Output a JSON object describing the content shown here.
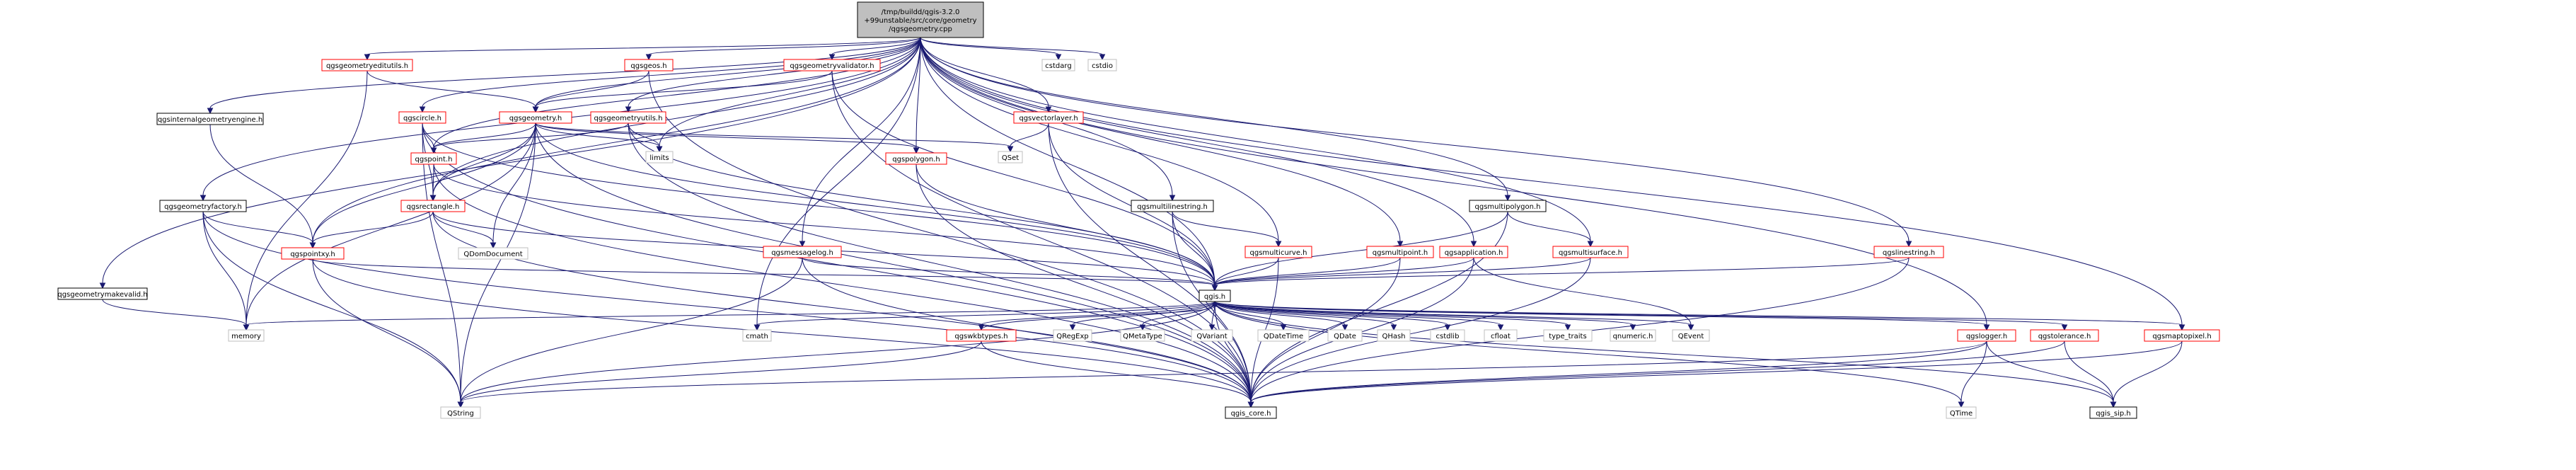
{
  "colors": {
    "root_fill": "#bfbfbf",
    "root_stroke": "#000000",
    "black_stroke": "#000000",
    "red_stroke": "#ff0000",
    "grey_stroke": "#bfbfbf",
    "edge": "#191970"
  },
  "nodes": [
    {
      "id": "root",
      "lines": [
        "/tmp/buildd/qgis-3.2.0",
        "+99unstable/src/core/geometry",
        "/qgsgeometry.cpp"
      ],
      "style": "root"
    },
    {
      "id": "geometryeditutils",
      "lines": [
        "qgsgeometryeditutils.h"
      ],
      "style": "red"
    },
    {
      "id": "geos",
      "lines": [
        "qgsgeos.h"
      ],
      "style": "red"
    },
    {
      "id": "geometryvalidator",
      "lines": [
        "qgsgeometryvalidator.h"
      ],
      "style": "red"
    },
    {
      "id": "cstdarg",
      "lines": [
        "cstdarg"
      ],
      "style": "grey"
    },
    {
      "id": "cstdio",
      "lines": [
        "cstdio"
      ],
      "style": "grey"
    },
    {
      "id": "internalgeometryengine",
      "lines": [
        "qgsinternalgeometryengine.h"
      ],
      "style": "black"
    },
    {
      "id": "circle",
      "lines": [
        "qgscircle.h"
      ],
      "style": "red"
    },
    {
      "id": "geometry",
      "lines": [
        "qgsgeometry.h"
      ],
      "style": "red"
    },
    {
      "id": "geometryutils",
      "lines": [
        "qgsgeometryutils.h"
      ],
      "style": "red"
    },
    {
      "id": "vectorlayer",
      "lines": [
        "qgsvectorlayer.h"
      ],
      "style": "red"
    },
    {
      "id": "limits",
      "lines": [
        "limits"
      ],
      "style": "grey"
    },
    {
      "id": "qset",
      "lines": [
        "QSet"
      ],
      "style": "grey"
    },
    {
      "id": "point",
      "lines": [
        "qgspoint.h"
      ],
      "style": "red"
    },
    {
      "id": "polygon",
      "lines": [
        "qgspolygon.h"
      ],
      "style": "red"
    },
    {
      "id": "geometryfactory",
      "lines": [
        "qgsgeometryfactory.h"
      ],
      "style": "black"
    },
    {
      "id": "rectangle",
      "lines": [
        "qgsrectangle.h"
      ],
      "style": "red"
    },
    {
      "id": "multilinestring",
      "lines": [
        "qgsmultilinestring.h"
      ],
      "style": "black"
    },
    {
      "id": "multipolygon",
      "lines": [
        "qgsmultipolygon.h"
      ],
      "style": "black"
    },
    {
      "id": "pointxy",
      "lines": [
        "qgspointxy.h"
      ],
      "style": "red"
    },
    {
      "id": "qdomdocument",
      "lines": [
        "QDomDocument"
      ],
      "style": "grey"
    },
    {
      "id": "messagelog",
      "lines": [
        "qgsmessagelog.h"
      ],
      "style": "red"
    },
    {
      "id": "multicurve",
      "lines": [
        "qgsmulticurve.h"
      ],
      "style": "red"
    },
    {
      "id": "multipoint",
      "lines": [
        "qgsmultipoint.h"
      ],
      "style": "red"
    },
    {
      "id": "application",
      "lines": [
        "qgsapplication.h"
      ],
      "style": "red"
    },
    {
      "id": "multisurface",
      "lines": [
        "qgsmultisurface.h"
      ],
      "style": "red"
    },
    {
      "id": "linestring",
      "lines": [
        "qgslinestring.h"
      ],
      "style": "red"
    },
    {
      "id": "geometrymakevalid",
      "lines": [
        "qgsgeometrymakevalid.h"
      ],
      "style": "black"
    },
    {
      "id": "qgis",
      "lines": [
        "qgis.h"
      ],
      "style": "black"
    },
    {
      "id": "memory",
      "lines": [
        "memory"
      ],
      "style": "grey"
    },
    {
      "id": "cmath",
      "lines": [
        "cmath"
      ],
      "style": "grey"
    },
    {
      "id": "wkbtypes",
      "lines": [
        "qgswkbtypes.h"
      ],
      "style": "red"
    },
    {
      "id": "qregexp",
      "lines": [
        "QRegExp"
      ],
      "style": "grey"
    },
    {
      "id": "qmetatype",
      "lines": [
        "QMetaType"
      ],
      "style": "grey"
    },
    {
      "id": "qvariant",
      "lines": [
        "QVariant"
      ],
      "style": "grey"
    },
    {
      "id": "qdatetime",
      "lines": [
        "QDateTime"
      ],
      "style": "grey"
    },
    {
      "id": "qdate",
      "lines": [
        "QDate"
      ],
      "style": "grey"
    },
    {
      "id": "qhash",
      "lines": [
        "QHash"
      ],
      "style": "grey"
    },
    {
      "id": "cstdlib",
      "lines": [
        "cstdlib"
      ],
      "style": "grey"
    },
    {
      "id": "cfloat",
      "lines": [
        "cfloat"
      ],
      "style": "grey"
    },
    {
      "id": "type_traits",
      "lines": [
        "type_traits"
      ],
      "style": "grey"
    },
    {
      "id": "qnumeric",
      "lines": [
        "qnumeric.h"
      ],
      "style": "grey"
    },
    {
      "id": "qevent",
      "lines": [
        "QEvent"
      ],
      "style": "grey"
    },
    {
      "id": "logger",
      "lines": [
        "qgslogger.h"
      ],
      "style": "red"
    },
    {
      "id": "tolerance",
      "lines": [
        "qgstolerance.h"
      ],
      "style": "red"
    },
    {
      "id": "maptopixel",
      "lines": [
        "qgsmaptopixel.h"
      ],
      "style": "red"
    },
    {
      "id": "qstring",
      "lines": [
        "QString"
      ],
      "style": "grey"
    },
    {
      "id": "core",
      "lines": [
        "qgis_core.h"
      ],
      "style": "black"
    },
    {
      "id": "qtime",
      "lines": [
        "QTime"
      ],
      "style": "grey"
    },
    {
      "id": "sip",
      "lines": [
        "qgis_sip.h"
      ],
      "style": "black"
    }
  ],
  "edges": [
    [
      "root",
      "geometryeditutils"
    ],
    [
      "root",
      "geos"
    ],
    [
      "root",
      "geometryvalidator"
    ],
    [
      "root",
      "cstdarg"
    ],
    [
      "root",
      "cstdio"
    ],
    [
      "root",
      "internalgeometryengine"
    ],
    [
      "root",
      "circle"
    ],
    [
      "root",
      "geometry"
    ],
    [
      "root",
      "geometryutils"
    ],
    [
      "root",
      "vectorlayer"
    ],
    [
      "root",
      "limits"
    ],
    [
      "root",
      "polygon"
    ],
    [
      "root",
      "geometryfactory"
    ],
    [
      "root",
      "rectangle"
    ],
    [
      "root",
      "multilinestring"
    ],
    [
      "root",
      "multipolygon"
    ],
    [
      "root",
      "pointxy"
    ],
    [
      "root",
      "messagelog"
    ],
    [
      "root",
      "multicurve"
    ],
    [
      "root",
      "multipoint"
    ],
    [
      "root",
      "application"
    ],
    [
      "root",
      "multisurface"
    ],
    [
      "root",
      "linestring"
    ],
    [
      "root",
      "geometrymakevalid"
    ],
    [
      "root",
      "qgis"
    ],
    [
      "root",
      "cmath"
    ],
    [
      "root",
      "logger"
    ],
    [
      "root",
      "maptopixel"
    ],
    [
      "root",
      "point"
    ],
    [
      "geometryeditutils",
      "geometry"
    ],
    [
      "geometryeditutils",
      "memory"
    ],
    [
      "geos",
      "geometry"
    ],
    [
      "geos",
      "core"
    ],
    [
      "geometryvalidator",
      "geometry"
    ],
    [
      "geometryvalidator",
      "qgis"
    ],
    [
      "geometryvalidator",
      "core"
    ],
    [
      "internalgeometryengine",
      "pointxy"
    ],
    [
      "circle",
      "point"
    ],
    [
      "circle",
      "rectangle"
    ],
    [
      "circle",
      "qgis"
    ],
    [
      "circle",
      "core"
    ],
    [
      "circle",
      "qstring"
    ],
    [
      "geometry",
      "point"
    ],
    [
      "geometry",
      "pointxy"
    ],
    [
      "geometry",
      "rectangle"
    ],
    [
      "geometry",
      "polygon"
    ],
    [
      "geometry",
      "limits"
    ],
    [
      "geometry",
      "qset"
    ],
    [
      "geometry",
      "qdomdocument"
    ],
    [
      "geometry",
      "qgis"
    ],
    [
      "geometry",
      "memory"
    ],
    [
      "geometry",
      "core"
    ],
    [
      "geometry",
      "qstring"
    ],
    [
      "geometryutils",
      "point"
    ],
    [
      "geometryutils",
      "limits"
    ],
    [
      "geometryutils",
      "qgis"
    ],
    [
      "geometryutils",
      "core"
    ],
    [
      "vectorlayer",
      "qset"
    ],
    [
      "vectorlayer",
      "qgis"
    ],
    [
      "vectorlayer",
      "core"
    ],
    [
      "point",
      "rectangle"
    ],
    [
      "point",
      "qgis"
    ],
    [
      "point",
      "core"
    ],
    [
      "polygon",
      "qgis"
    ],
    [
      "polygon",
      "core"
    ],
    [
      "geometryfactory",
      "pointxy"
    ],
    [
      "geometryfactory",
      "memory"
    ],
    [
      "geometryfactory",
      "core"
    ],
    [
      "geometryfactory",
      "qstring"
    ],
    [
      "rectangle",
      "pointxy"
    ],
    [
      "rectangle",
      "qdomdocument"
    ],
    [
      "rectangle",
      "qgis"
    ],
    [
      "rectangle",
      "core"
    ],
    [
      "multilinestring",
      "multicurve"
    ],
    [
      "multilinestring",
      "qgis"
    ],
    [
      "multilinestring",
      "core"
    ],
    [
      "multipolygon",
      "multisurface"
    ],
    [
      "multipolygon",
      "qgis"
    ],
    [
      "multipolygon",
      "core"
    ],
    [
      "pointxy",
      "qgis"
    ],
    [
      "pointxy",
      "core"
    ],
    [
      "pointxy",
      "qstring"
    ],
    [
      "messagelog",
      "qgis"
    ],
    [
      "messagelog",
      "core"
    ],
    [
      "messagelog",
      "qstring"
    ],
    [
      "multicurve",
      "qgis"
    ],
    [
      "multicurve",
      "core"
    ],
    [
      "multipoint",
      "qgis"
    ],
    [
      "multipoint",
      "core"
    ],
    [
      "application",
      "qgis"
    ],
    [
      "application",
      "qevent"
    ],
    [
      "application",
      "core"
    ],
    [
      "multisurface",
      "qgis"
    ],
    [
      "multisurface",
      "core"
    ],
    [
      "linestring",
      "qgis"
    ],
    [
      "linestring",
      "core"
    ],
    [
      "geometrymakevalid",
      "memory"
    ],
    [
      "qgis",
      "memory"
    ],
    [
      "qgis",
      "cmath"
    ],
    [
      "qgis",
      "wkbtypes"
    ],
    [
      "qgis",
      "qregexp"
    ],
    [
      "qgis",
      "qmetatype"
    ],
    [
      "qgis",
      "qvariant"
    ],
    [
      "qgis",
      "qdatetime"
    ],
    [
      "qgis",
      "qdate"
    ],
    [
      "qgis",
      "qhash"
    ],
    [
      "qgis",
      "cstdlib"
    ],
    [
      "qgis",
      "cfloat"
    ],
    [
      "qgis",
      "type_traits"
    ],
    [
      "qgis",
      "qnumeric"
    ],
    [
      "qgis",
      "qevent"
    ],
    [
      "qgis",
      "core"
    ],
    [
      "qgis",
      "qstring"
    ],
    [
      "qgis",
      "logger"
    ],
    [
      "qgis",
      "tolerance"
    ],
    [
      "qgis",
      "maptopixel"
    ],
    [
      "qgis",
      "sip"
    ],
    [
      "qgis",
      "qtime"
    ],
    [
      "wkbtypes",
      "core"
    ],
    [
      "wkbtypes",
      "qstring"
    ],
    [
      "wkbtypes",
      "qgis"
    ],
    [
      "logger",
      "qtime"
    ],
    [
      "logger",
      "core"
    ],
    [
      "logger",
      "qstring"
    ],
    [
      "logger",
      "sip"
    ],
    [
      "tolerance",
      "core"
    ],
    [
      "tolerance",
      "sip"
    ],
    [
      "maptopixel",
      "core"
    ],
    [
      "maptopixel",
      "sip"
    ]
  ]
}
